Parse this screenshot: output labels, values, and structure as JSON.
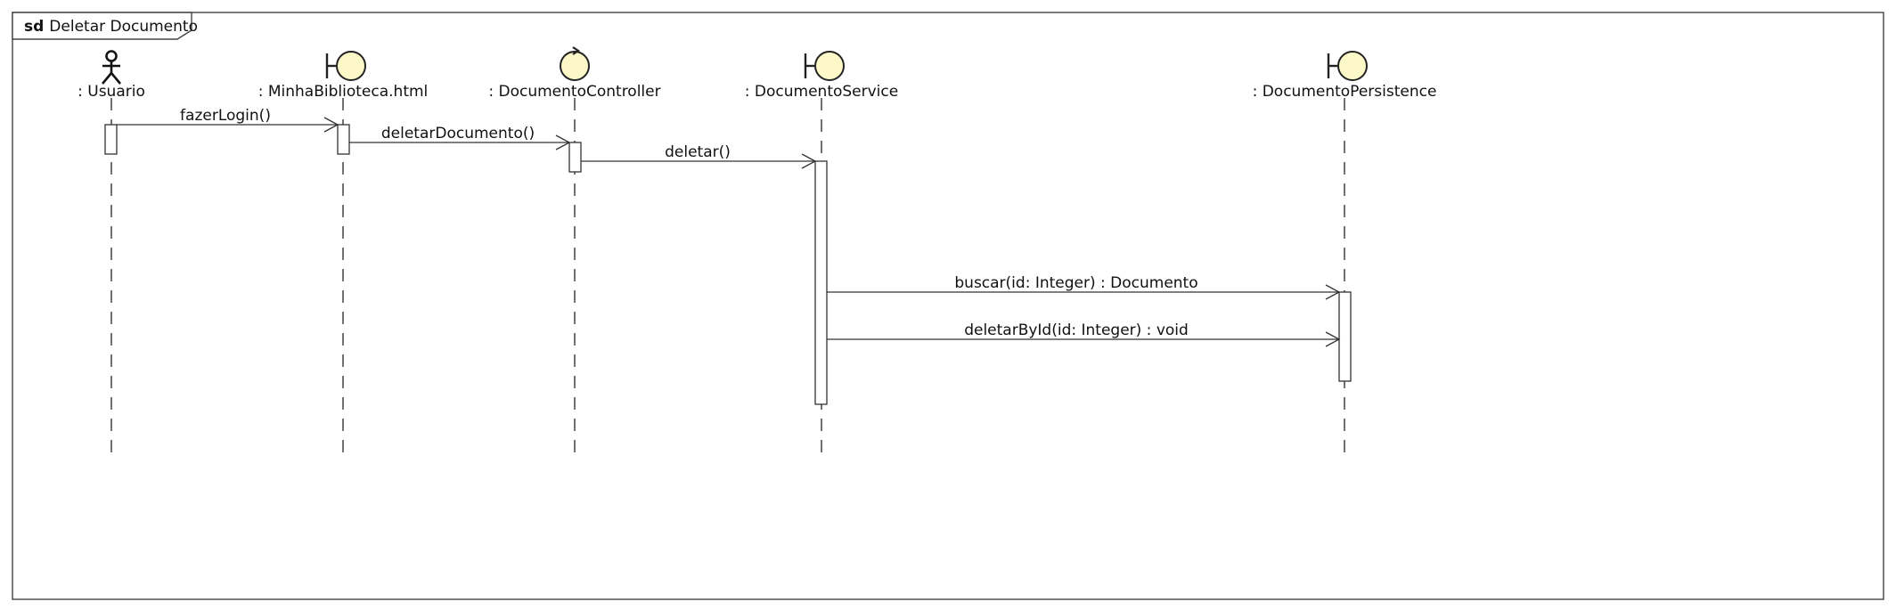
{
  "frame": {
    "keyword": "sd",
    "title": "Deletar Documento"
  },
  "lifelines": [
    {
      "id": "usuario",
      "label": ": Usuario",
      "stereotype": "actor"
    },
    {
      "id": "html",
      "label": ": MinhaBiblioteca.html",
      "stereotype": "boundary"
    },
    {
      "id": "controller",
      "label": ": DocumentoController",
      "stereotype": "control"
    },
    {
      "id": "service",
      "label": ": DocumentoService",
      "stereotype": "boundary"
    },
    {
      "id": "persistence",
      "label": ": DocumentoPersistence",
      "stereotype": "boundary"
    }
  ],
  "messages": [
    {
      "from": "usuario",
      "to": "html",
      "label": "fazerLogin()"
    },
    {
      "from": "html",
      "to": "controller",
      "label": "deletarDocumento()"
    },
    {
      "from": "controller",
      "to": "service",
      "label": "deletar()"
    },
    {
      "from": "service",
      "to": "persistence",
      "label": "buscar(id: Integer) : Documento"
    },
    {
      "from": "service",
      "to": "persistence",
      "label": "deletarById(id: Integer) : void"
    }
  ],
  "colors": {
    "head_fill": "#fdf8c8",
    "line": "#333333"
  }
}
